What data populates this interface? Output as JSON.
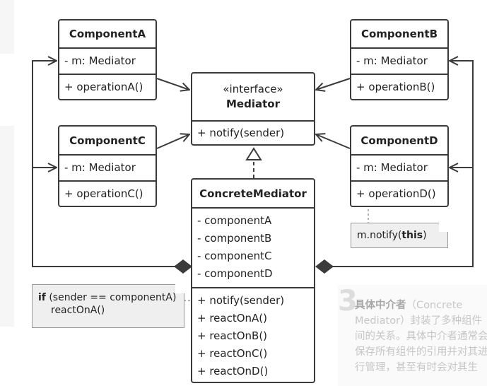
{
  "classes": {
    "component_a": {
      "name": "ComponentA",
      "field": "- m: Mediator",
      "method": "+ operationA()"
    },
    "component_b": {
      "name": "ComponentB",
      "field": "- m: Mediator",
      "method": "+ operationB()"
    },
    "component_c": {
      "name": "ComponentC",
      "field": "- m: Mediator",
      "method": "+ operationC()"
    },
    "component_d": {
      "name": "ComponentD",
      "field": "- m: Mediator",
      "method": "+ operationD()"
    },
    "mediator": {
      "stereotype": "«interface»",
      "name": "Mediator",
      "method": "+ notify(sender)"
    },
    "concrete_mediator": {
      "name": "ConcreteMediator",
      "fields": [
        "- componentA",
        "- componentB",
        "- componentC",
        "- componentD"
      ],
      "methods": [
        "+ notify(sender)",
        "+ reactOnA()",
        "+ reactOnB()",
        "+ reactOnC()",
        "+ reactOnD()"
      ]
    }
  },
  "notes": {
    "left": {
      "keyword": "if",
      "condition": " (sender == componentA)",
      "line2": "reactOnA()"
    },
    "right": {
      "prefix": "m.notify(",
      "keyword": "this",
      "suffix": ")"
    }
  },
  "annotation": {
    "number": "3",
    "title": "具体中介者",
    "body": "（Concrete Mediator）封装了多种组件间的关系。具体中介者通常会保存所有组件的引用并对其进行管理，甚至有时会对其生"
  },
  "colors": {
    "stroke": "#3b3b3b",
    "note_bg": "#efefef",
    "note_border": "#9a9a9a"
  }
}
